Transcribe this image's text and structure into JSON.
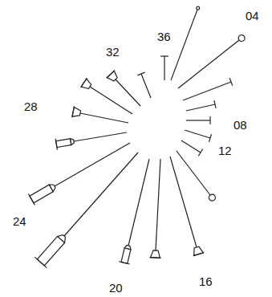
{
  "diagram": {
    "labels": [
      "04",
      "08",
      "12",
      "16",
      "20",
      "24",
      "28",
      "32",
      "36"
    ]
  }
}
